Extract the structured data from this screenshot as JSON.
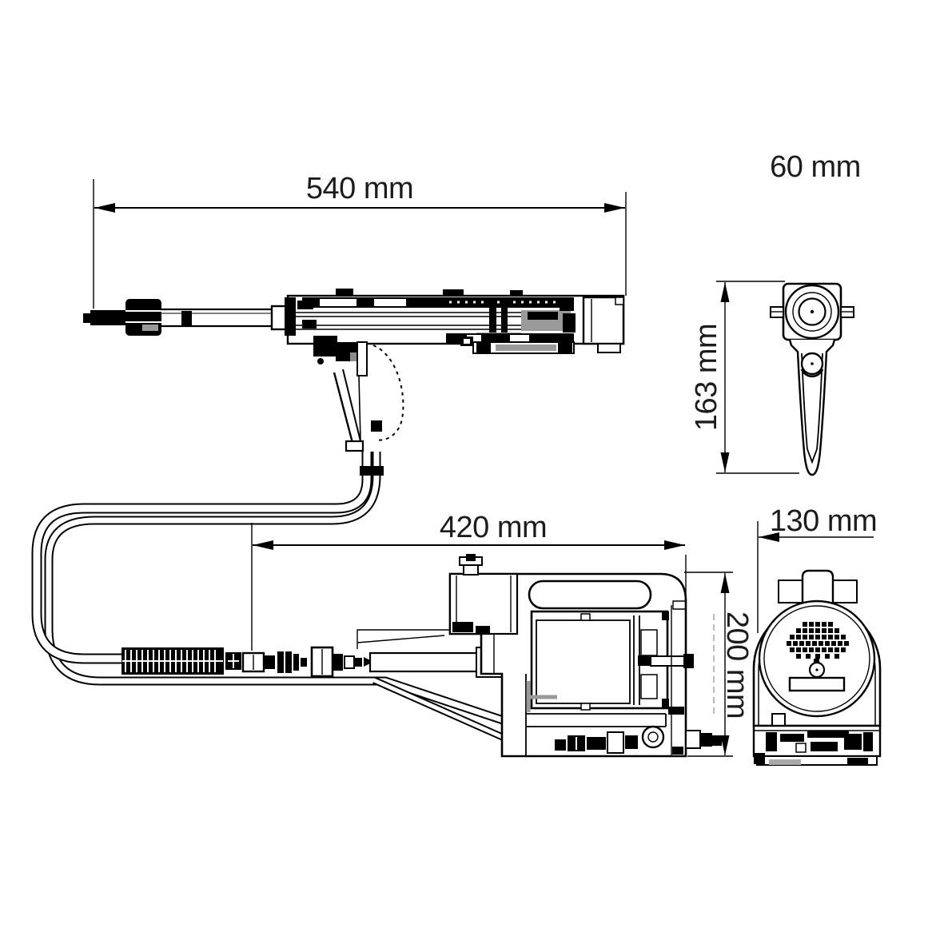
{
  "canvas": {
    "background": "#ffffff",
    "ink": "#000000",
    "accent_gray": "#9a9a9a"
  },
  "units": "mm",
  "dimensions": {
    "gun_length": {
      "label": "540 mm",
      "value": 540,
      "orientation": "horizontal"
    },
    "gun_width": {
      "label": "60 mm",
      "value": 60,
      "orientation": "horizontal"
    },
    "gun_height": {
      "label": "163 mm",
      "value": 163,
      "orientation": "vertical"
    },
    "base_length": {
      "label": "420 mm",
      "value": 420,
      "orientation": "horizontal"
    },
    "base_width": {
      "label": "130 mm",
      "value": 130,
      "orientation": "horizontal"
    },
    "base_height": {
      "label": "200 mm",
      "value": 200,
      "orientation": "vertical"
    }
  },
  "views": {
    "gun_side": "handheld-tool-side-view",
    "gun_front": "handheld-tool-front-view",
    "base_side": "feeder-unit-side-view",
    "base_front": "feeder-unit-front-view"
  }
}
